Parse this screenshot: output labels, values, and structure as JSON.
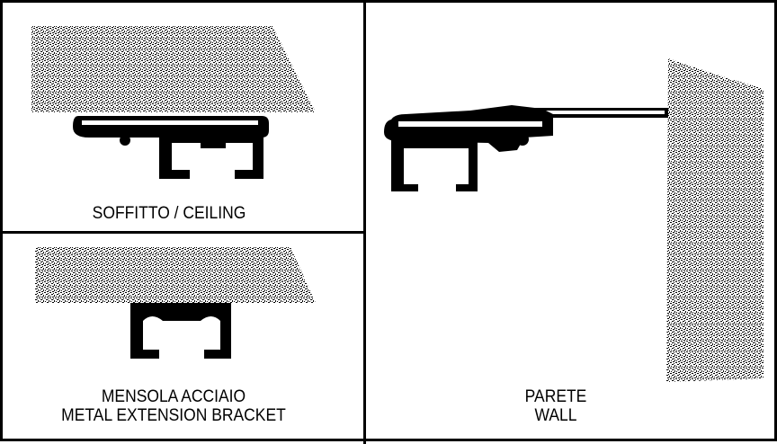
{
  "panels": {
    "ceiling": {
      "label": "SOFFITTO / CEILING"
    },
    "bracket": {
      "label_line1": "MENSOLA ACCIAIO",
      "label_line2": "METAL EXTENSION BRACKET"
    },
    "wall": {
      "label_line1": "PARETE",
      "label_line2": "WALL"
    }
  },
  "colors": {
    "ink": "#000000",
    "paper": "#ffffff",
    "texture": "#555555"
  }
}
